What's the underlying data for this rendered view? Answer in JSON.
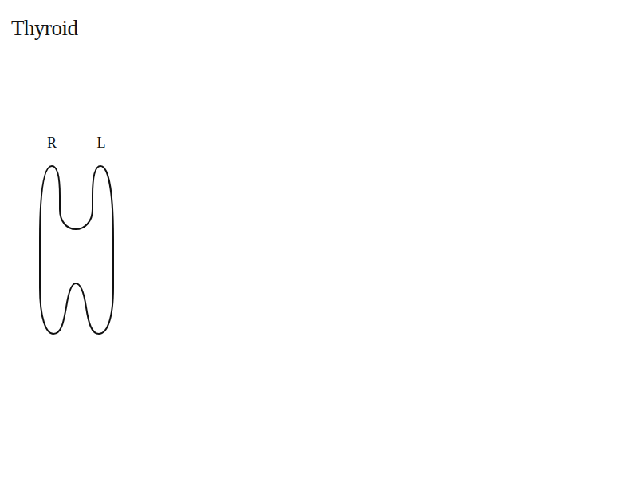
{
  "diagram": {
    "title": "Thyroid",
    "labels": [
      "R",
      "L"
    ]
  }
}
